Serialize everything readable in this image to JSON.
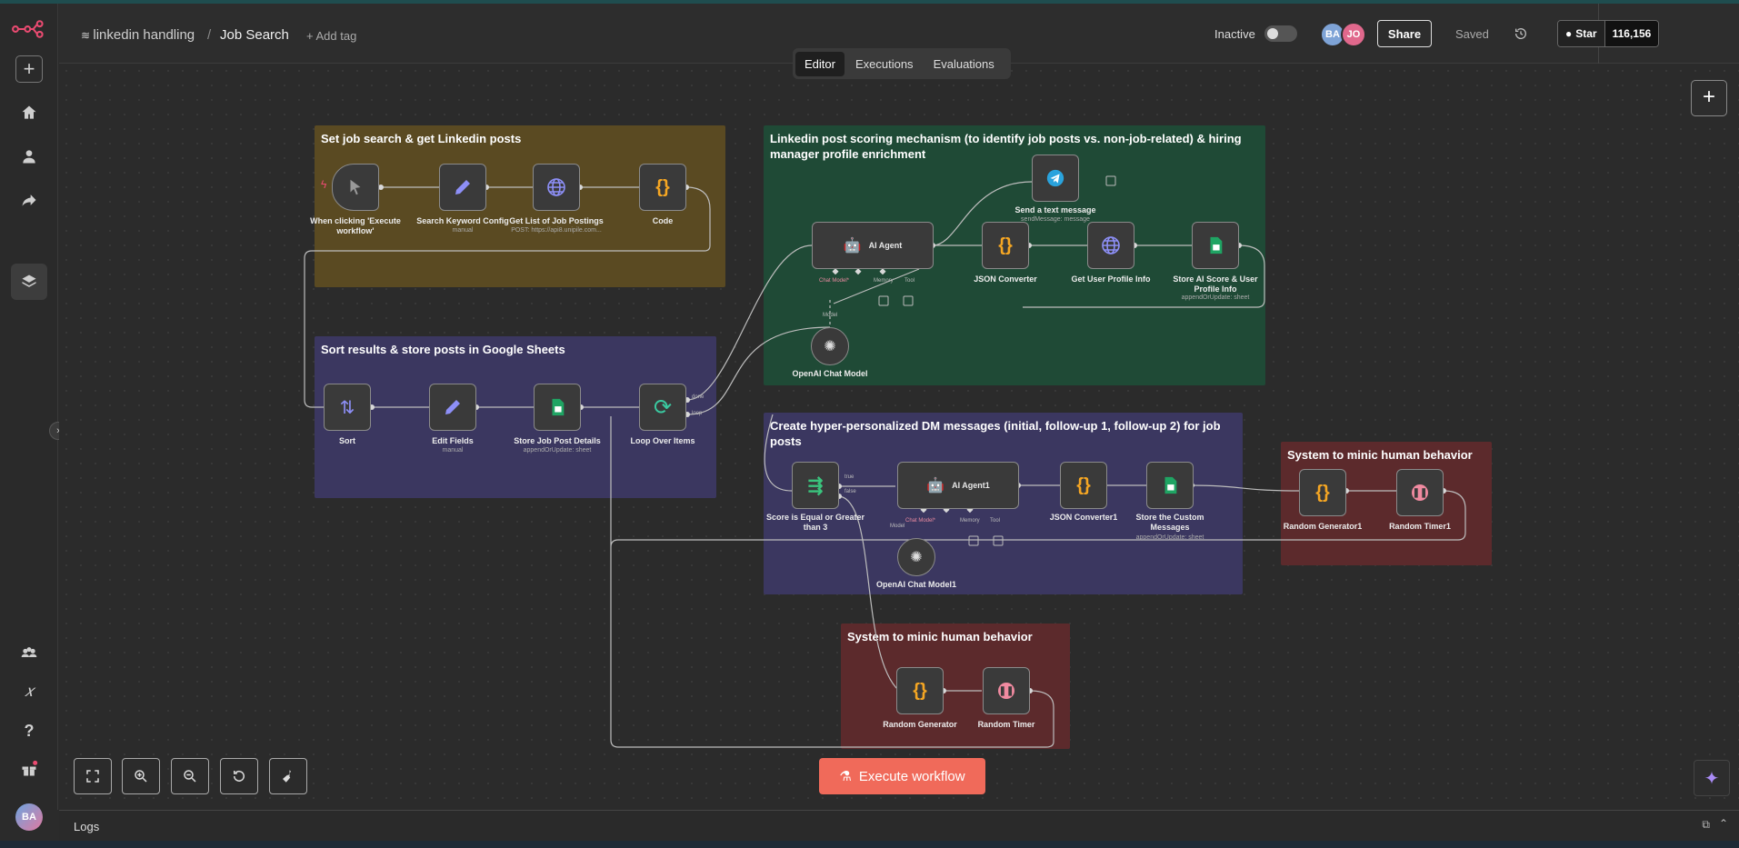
{
  "header": {
    "project": "linkedin handling",
    "separator": "/",
    "workflow_name": "Job Search",
    "add_tag": "+ Add tag",
    "status_label": "Inactive",
    "avatars": [
      "BA",
      "JO"
    ],
    "share_label": "Share",
    "saved_label": "Saved",
    "github_star": "Star",
    "github_count": "116,156"
  },
  "tabs": [
    {
      "label": "Editor",
      "active": true
    },
    {
      "label": "Executions",
      "active": false
    },
    {
      "label": "Evaluations",
      "active": false
    }
  ],
  "sidebar": {
    "user_avatar": "BA"
  },
  "stickies": [
    {
      "title": "Set job search & get Linkedin posts",
      "color": "#5a4a22"
    },
    {
      "title": "Sort results & store posts in Google Sheets",
      "color": "#3b3760"
    },
    {
      "title": "Linkedin post scoring mechanism (to identify job posts vs. non-job-related) & hiring manager profile enrichment",
      "color": "#1f4a36"
    },
    {
      "title": "Create hyper-personalized DM messages (initial, follow-up 1, follow-up 2) for job posts",
      "color": "#3b3760"
    },
    {
      "title": "System to minic human behavior",
      "color": "#5c2a2c"
    },
    {
      "title": "System to minic human behavior",
      "color": "#5c2a2c"
    }
  ],
  "nodes": {
    "trigger": {
      "label": "When clicking 'Execute workflow'"
    },
    "search_config": {
      "label": "Search Keyword Config",
      "sub": "manual"
    },
    "get_jobs": {
      "label": "Get List of Job Postings",
      "sub": "POST: https://api8.unipile.com..."
    },
    "code": {
      "label": "Code"
    },
    "sort": {
      "label": "Sort"
    },
    "edit_fields": {
      "label": "Edit Fields",
      "sub": "manual"
    },
    "store_job": {
      "label": "Store Job Post Details",
      "sub": "appendOrUpdate: sheet"
    },
    "loop": {
      "label": "Loop Over Items",
      "port_done": "done",
      "port_loop": "loop"
    },
    "send_text": {
      "label": "Send a text message",
      "sub": "sendMessage: message"
    },
    "ai_agent": {
      "label": "AI Agent",
      "ports": [
        "Chat Model*",
        "Memory",
        "Tool"
      ]
    },
    "json_converter": {
      "label": "JSON Converter"
    },
    "get_profile": {
      "label": "Get User Profile Info"
    },
    "store_score": {
      "label": "Store AI Score & User Profile Info",
      "sub": "appendOrUpdate: sheet"
    },
    "openai_1": {
      "label": "OpenAI Chat Model",
      "port": "Model"
    },
    "score_if": {
      "label": "Score is Equal or Greater than 3",
      "port_true": "true",
      "port_false": "false"
    },
    "ai_agent1": {
      "label": "AI Agent1",
      "ports": [
        "Chat Model*",
        "Memory",
        "Tool"
      ]
    },
    "json_converter1": {
      "label": "JSON Converter1"
    },
    "store_custom": {
      "label": "Store the Custom Messages",
      "sub": "appendOrUpdate: sheet"
    },
    "openai_2": {
      "label": "OpenAI Chat Model1",
      "port": "Model"
    },
    "random_gen1": {
      "label": "Random Generator1"
    },
    "random_timer1": {
      "label": "Random Timer1"
    },
    "random_gen": {
      "label": "Random Generator"
    },
    "random_timer": {
      "label": "Random Timer"
    }
  },
  "execute_label": "Execute workflow",
  "logs_label": "Logs"
}
